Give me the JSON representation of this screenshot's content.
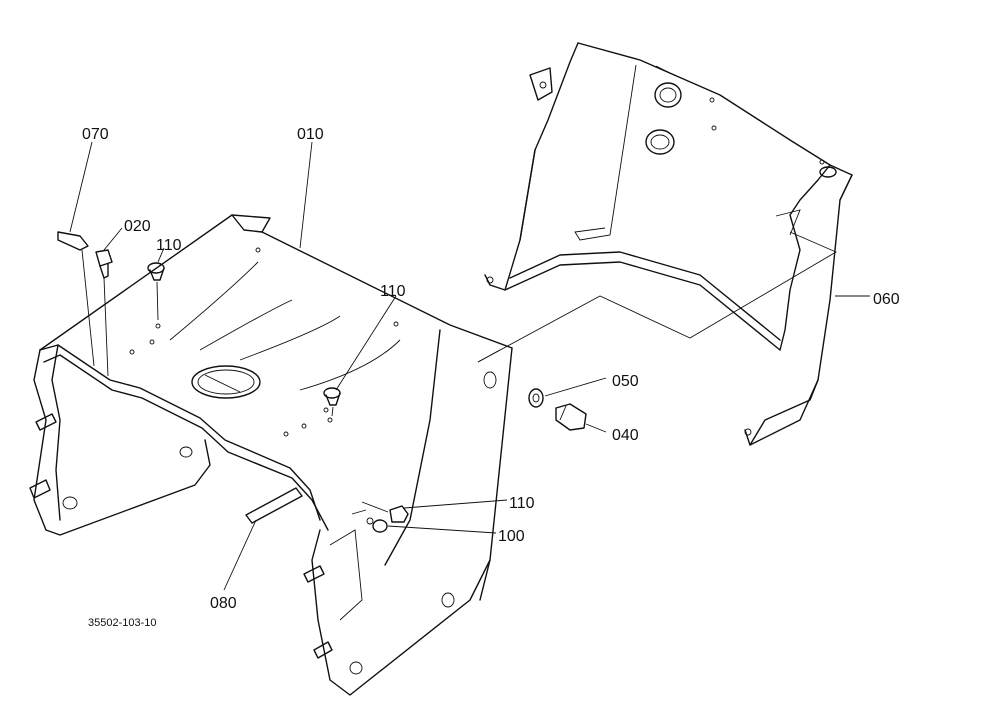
{
  "labels": {
    "p010": "010",
    "p020": "020",
    "p040": "040",
    "p050": "050",
    "p060": "060",
    "p070": "070",
    "p080": "080",
    "p100": "100",
    "p110a": "110",
    "p110b": "110",
    "p110c": "110"
  },
  "drawing_number": "35502-103-10"
}
